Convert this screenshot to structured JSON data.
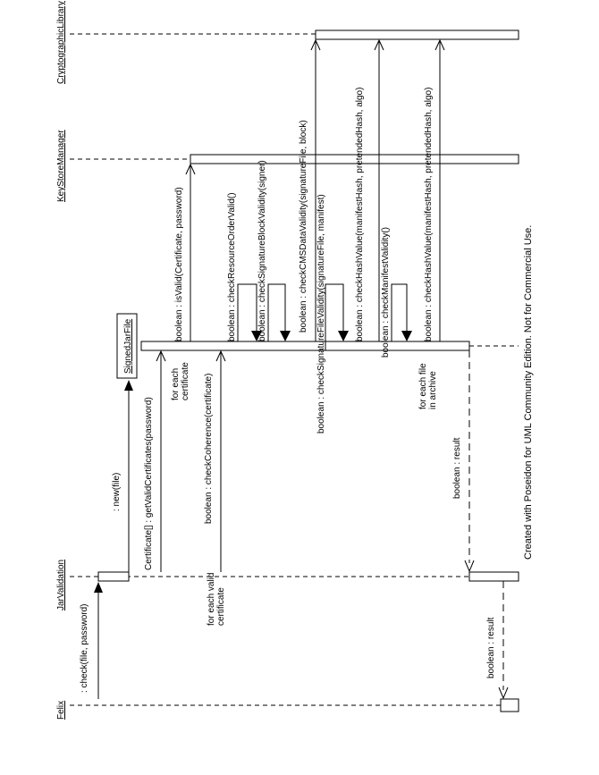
{
  "participants": {
    "felix": "Felix",
    "jar_validation": "JarValidation",
    "signed_jar_file": "SignedJarFile",
    "key_store_manager": "KeyStoreManager",
    "cryptographic_library": "CryptographicLibrary"
  },
  "messages": {
    "check": ": check(file, password)",
    "new": ": new(file)",
    "get_valid_certificates": "Certificate[]  : getValidCertificates(password)",
    "check_coherence": "boolean  : checkCoherence(certificate)",
    "is_valid": "boolean  : isValid(Certificate, password)",
    "check_resource_order": "boolean  : checkResourceOrderValid()",
    "check_signature_block": "boolean  : checkSignatureBlockValidity(signer)",
    "check_cms": "boolean  : checkCMSDataValidity(signatureFile, block)",
    "check_signature_file": "boolean  : checkSignatureFileValidity(signatureFile, manifest)",
    "check_hash_1": "boolean  : checkHashValue(manifestHash, pretendedHash, algo)",
    "check_manifest": "boolean  : checkManifestValidity()",
    "check_hash_2": "boolean  : checkHashValue(manifestHash, pretendedHash, algo)",
    "result_1": "boolean  : result",
    "result_2": "boolean  : result"
  },
  "guards": {
    "each_certificate_1": "for each",
    "each_certificate_2": "certificate",
    "each_valid_1": "for each valid",
    "each_valid_2": "certificate",
    "each_file_1": "for each file",
    "each_file_2": "in archive"
  },
  "footer": "Created with Poseidon for UML Community Edition. Not for Commercial Use."
}
